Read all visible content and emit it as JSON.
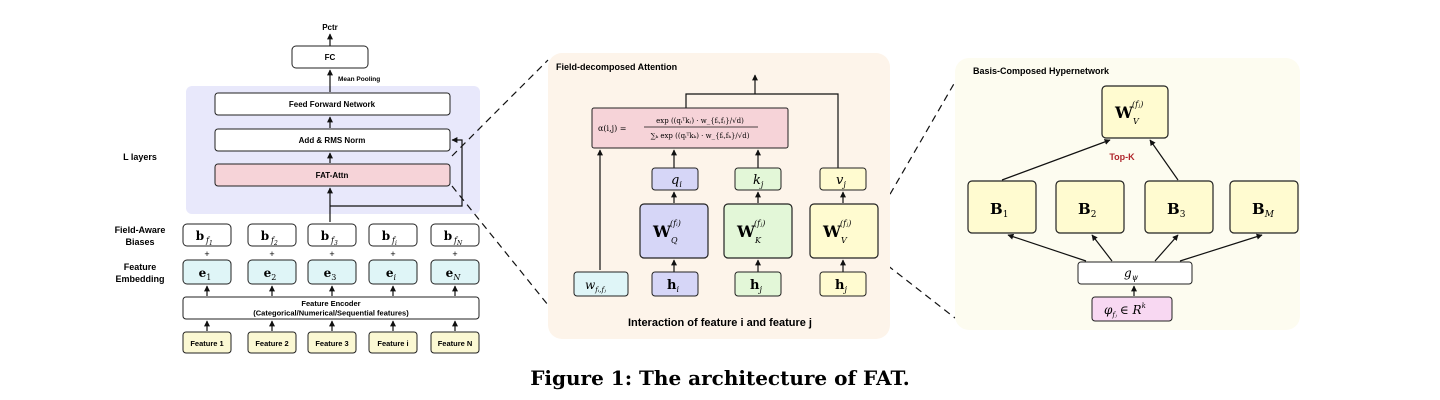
{
  "left": {
    "output_label": "Pctr",
    "fc_label": "FC",
    "pooling_label": "Mean Pooling",
    "ffn_label": "Feed Forward Network",
    "norm_label": "Add & RMS Norm",
    "attn_label": "FAT-Attn",
    "layers_label": "L layers",
    "biases_label_1": "Field-Aware",
    "biases_label_2": "Biases",
    "embedding_label_1": "Feature",
    "embedding_label_2": "Embedding",
    "plus_sign": "+",
    "bias_base": "b",
    "bias_subs": [
      {
        "base": "f",
        "sub": "1"
      },
      {
        "base": "f",
        "sub": "2"
      },
      {
        "base": "f",
        "sub": "3"
      },
      {
        "base": "f",
        "sub": "i"
      },
      {
        "base": "f",
        "sub": "N"
      }
    ],
    "emb_base": "e",
    "emb_subs": [
      "1",
      "2",
      "3",
      "i",
      "N"
    ],
    "encoder_line1": "Feature Encoder",
    "encoder_line2": "(Categorical/Numerical/Sequential features)",
    "features": [
      "Feature 1",
      "Feature 2",
      "Feature 3",
      "Feature i",
      "Feature N"
    ]
  },
  "middle": {
    "title": "Field-decomposed Attention",
    "formula_lhs": "α(i,j) =",
    "formula_num": "exp ((qᵢᵀkⱼ) · w_{fᵢ,fⱼ}/√d)",
    "formula_den": "∑ₖ exp ((qᵢᵀkₖ) · w_{fᵢ,fₖ}/√d)",
    "q_label": "q",
    "q_sub": "i",
    "k_label": "k",
    "k_sub": "j",
    "v_label": "v",
    "v_sub": "j",
    "W_label": "W",
    "WQ_sub": "Q",
    "WQ_sup": "(fᵢ)",
    "WK_sub": "K",
    "WK_sup": "(fⱼ)",
    "WV_sub": "V",
    "WV_sup": "(fⱼ)",
    "w_label": "w",
    "w_sub": "fᵢ,fⱼ",
    "h_label": "h",
    "hi_sub": "i",
    "hj_sub": "j",
    "caption": "Interaction of feature i and feature j"
  },
  "right": {
    "title": "Basis-Composed Hypernetwork",
    "out_base": "W",
    "out_sub": "V",
    "out_sup": "(fⱼ)",
    "topk_label": "Top-K",
    "bases": [
      {
        "base": "B",
        "sub": "1"
      },
      {
        "base": "B",
        "sub": "2"
      },
      {
        "base": "B",
        "sub": "3"
      },
      {
        "base": "B",
        "sub": "M"
      }
    ],
    "g_base": "g",
    "g_sub": "ψ",
    "phi_base": "φ",
    "phi_sub": "fⱼ",
    "phi_rest": "∈ R",
    "phi_sup": "k"
  },
  "figure_caption": "Figure 1: The architecture of FAT.",
  "colors": {
    "layers_bg": "#e8e8fb",
    "attn_fill": "#f6d3d8",
    "emb_fill": "#dff5f7",
    "feature_fill": "#fbf8d3",
    "yellow_fill": "#fffbd0",
    "green_fill": "#e3f7d8",
    "purple_fill": "#d6d6f7",
    "pink_fill": "#f8d8f2",
    "mid_panel": "#fdf4ea",
    "right_panel": "#fdfcf0",
    "topk": "#b0262c"
  }
}
